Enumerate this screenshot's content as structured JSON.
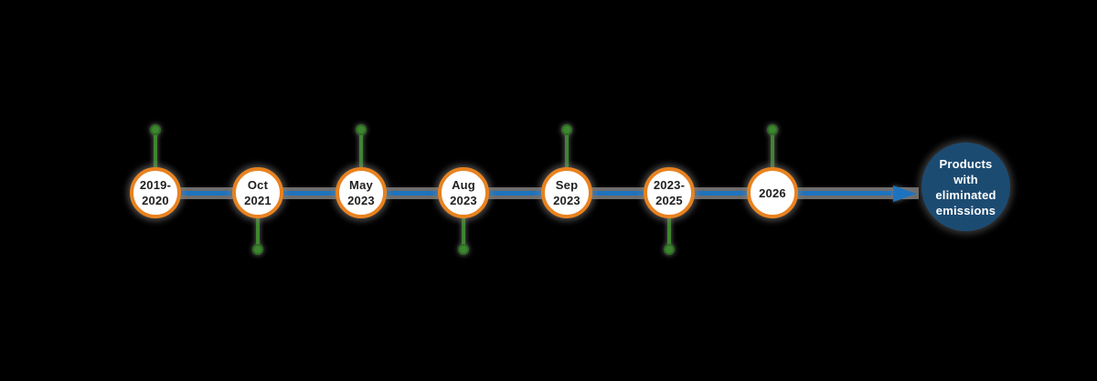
{
  "timeline": {
    "milestones": [
      {
        "line1": "2019-",
        "line2": "2020",
        "pin": "above"
      },
      {
        "line1": "Oct",
        "line2": "2021",
        "pin": "below"
      },
      {
        "line1": "May",
        "line2": "2023",
        "pin": "above"
      },
      {
        "line1": "Aug",
        "line2": "2023",
        "pin": "below"
      },
      {
        "line1": "Sep",
        "line2": "2023",
        "pin": "above"
      },
      {
        "line1": "2023-",
        "line2": "2025",
        "pin": "below"
      },
      {
        "line1": "2026",
        "line2": "",
        "pin": "above"
      }
    ],
    "end_node": {
      "label": "Products with eliminated emissions"
    },
    "colors": {
      "background": "#000000",
      "line_blue": "#1e73be",
      "shadow_gray": "#6d6d6d",
      "circle_border_orange": "#e8821f",
      "circle_fill": "#ffffff",
      "date_text": "#1f1f1f",
      "pin_green": "#3e8531",
      "pin_green_dark": "#2d6b22",
      "end_circle_blue": "#1c4b72",
      "end_text": "#ffffff"
    }
  }
}
